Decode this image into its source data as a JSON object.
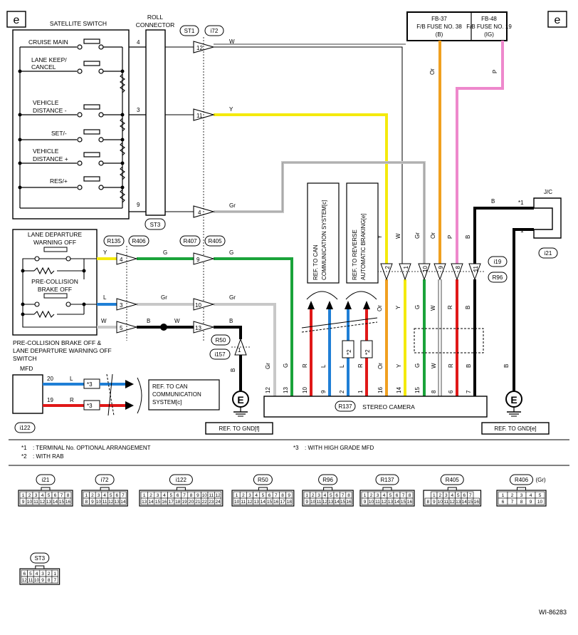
{
  "page_tag": "e",
  "doc_id": "WI-86283",
  "satellite": {
    "title": "SATELLITE SWITCH",
    "switches": [
      "CRUISE MAIN",
      "LANE KEEP/",
      "CANCEL",
      "VEHICLE",
      "DISTANCE -",
      "SET/-",
      "VEHICLE",
      "DISTANCE +",
      "RES/+"
    ]
  },
  "roll": {
    "title1": "ROLL",
    "title2": "CONNECTOR",
    "label": "ST3",
    "pins": [
      "4",
      "3",
      "9"
    ]
  },
  "lane_departure": {
    "title1": "LANE DEPARTURE",
    "title2": "WARNING OFF"
  },
  "pre_collision": {
    "title1": "PRE-COLLISION",
    "title2": "BRAKE OFF"
  },
  "combo_switch": {
    "line1": "PRE-COLLISION BRAKE OFF &",
    "line2": "LANE DEPARTURE WARNING OFF",
    "line3": "SWITCH"
  },
  "mfd": {
    "title": "MFD",
    "connector": "i122",
    "pins": [
      "20",
      "19"
    ],
    "colors": [
      "L",
      "R"
    ],
    "note_marks": [
      "*3",
      "*3"
    ]
  },
  "fuses": [
    {
      "id": "FB-37",
      "line1": "F/B FUSE NO. 38",
      "line2": "(B)",
      "wire": "Or"
    },
    {
      "id": "FB-48",
      "line1": "F/B FUSE NO. 19",
      "line2": "(IG)",
      "wire": "P"
    }
  ],
  "conn_labels": {
    "st1": "ST1",
    "i72": "i72",
    "r135": "R135",
    "r406": "R406",
    "r407": "R407",
    "r405": "R405",
    "r50": "R50",
    "i157": "i157",
    "i19": "i19",
    "r96": "R96",
    "i21": "i21",
    "jc": "J/C"
  },
  "wire_pins": {
    "i72": [
      "12",
      "11",
      "4"
    ],
    "r406": [
      "4",
      "3",
      "5"
    ],
    "r405": [
      "9",
      "10",
      "13"
    ],
    "i19": [
      "2",
      "1",
      "10",
      "9",
      "8",
      "11"
    ],
    "i157": "1"
  },
  "wire_colors": {
    "w": "W",
    "y": "Y",
    "gr": "Gr",
    "g": "G",
    "l": "L",
    "b": "B",
    "b_r50": "B",
    "b_i157": "B",
    "b_i21": "B",
    "b_jc": "B",
    "i19": [
      "Y",
      "W",
      "Gr",
      "Or",
      "P",
      "B"
    ]
  },
  "ref_boxes": {
    "can1a": "REF. TO CAN",
    "can1b": "COMMUNICATION SYSTEM[c]",
    "rab1": "REF. TO REVERSE",
    "rab2": "AUTOMATIC BRAKING[e]",
    "can2a": "REF. TO CAN",
    "can2b": "COMMUNICATION",
    "can2c": "SYSTEM[c]"
  },
  "camera": {
    "title": "STEREO CAMERA",
    "connector": "R137",
    "pins": [
      "12",
      "13",
      "10",
      "9",
      "2",
      "1",
      "16",
      "14",
      "15",
      "8",
      "6",
      "7"
    ],
    "colors": [
      "Gr",
      "G",
      "R",
      "L",
      "L",
      "R",
      "Or",
      "Y",
      "G",
      "W",
      "R",
      "B"
    ],
    "stars": [
      "*2",
      "*2"
    ]
  },
  "jc_marks": [
    "*1",
    "*1"
  ],
  "grounds": {
    "left_symbol": "E",
    "right_symbol": "E",
    "left_ref": "REF. TO GND[f]",
    "right_ref": "REF. TO GND[e]"
  },
  "notes": [
    "*1",
    ": TERMINAL No. OPTIONAL ARRANGEMENT",
    "*2",
    ": WITH RAB",
    "*3",
    ": WITH HIGH GRADE MFD"
  ],
  "connectors": [
    {
      "name": "i21",
      "rows": [
        [
          "1",
          "2",
          "3",
          "4",
          "5",
          "6",
          "7",
          "8"
        ],
        [
          "9",
          "10",
          "11",
          "12",
          "13",
          "14",
          "15",
          "16"
        ]
      ]
    },
    {
      "name": "i72",
      "rows": [
        [
          "1",
          "2",
          "3",
          "4",
          "5",
          "6",
          "7"
        ],
        [
          "8",
          "9",
          "10",
          "11",
          "12",
          "13",
          "14"
        ]
      ]
    },
    {
      "name": "i122",
      "rows": [
        [
          "1",
          "2",
          "3",
          "4",
          "5",
          "6",
          "7",
          "8",
          "9",
          "10",
          "11",
          "12"
        ],
        [
          "13",
          "14",
          "15",
          "16",
          "17",
          "18",
          "19",
          "20",
          "21",
          "22",
          "23",
          "24"
        ]
      ]
    },
    {
      "name": "R50",
      "rows": [
        [
          "1",
          "2",
          "3",
          "4",
          "5",
          "6",
          "7",
          "8",
          "9"
        ],
        [
          "10",
          "11",
          "12",
          "13",
          "14",
          "15",
          "16",
          "17",
          "18"
        ]
      ]
    },
    {
      "name": "R96",
      "rows": [
        [
          "1",
          "2",
          "3",
          "4",
          "5",
          "6",
          "7",
          "8"
        ],
        [
          "9",
          "10",
          "11",
          "12",
          "13",
          "14",
          "15",
          "16"
        ]
      ]
    },
    {
      "name": "R137",
      "rows": [
        [
          "1",
          "2",
          "3",
          "4",
          "5",
          "6",
          "7",
          "8"
        ],
        [
          "9",
          "10",
          "11",
          "12",
          "13",
          "14",
          "15",
          "16"
        ]
      ]
    },
    {
      "name": "R405",
      "rows": [
        [
          "1",
          "2",
          "3",
          "4",
          "5",
          "6",
          "7"
        ],
        [
          "8",
          "9",
          "10",
          "11",
          "12",
          "13",
          "14",
          "15",
          "16"
        ]
      ]
    },
    {
      "name": "R406",
      "suffix": "(Gr)",
      "rows": [
        [
          "1",
          "2",
          "3",
          "4",
          "5"
        ],
        [
          "6",
          "7",
          "8",
          "9",
          "10"
        ]
      ]
    },
    {
      "name": "ST3",
      "rows": [
        [
          "6",
          "5",
          "4",
          "3",
          "2",
          "1"
        ],
        [
          "12",
          "11",
          "10",
          "9",
          "8",
          "7"
        ]
      ]
    }
  ],
  "colors": {
    "yellow": "#f4ea0d",
    "green": "#1aa33a",
    "blue": "#1f7fd6",
    "red": "#e01818",
    "orange": "#f0a020",
    "pink": "#ee88cc",
    "gray": "#c8c8c8",
    "black": "#000000"
  }
}
